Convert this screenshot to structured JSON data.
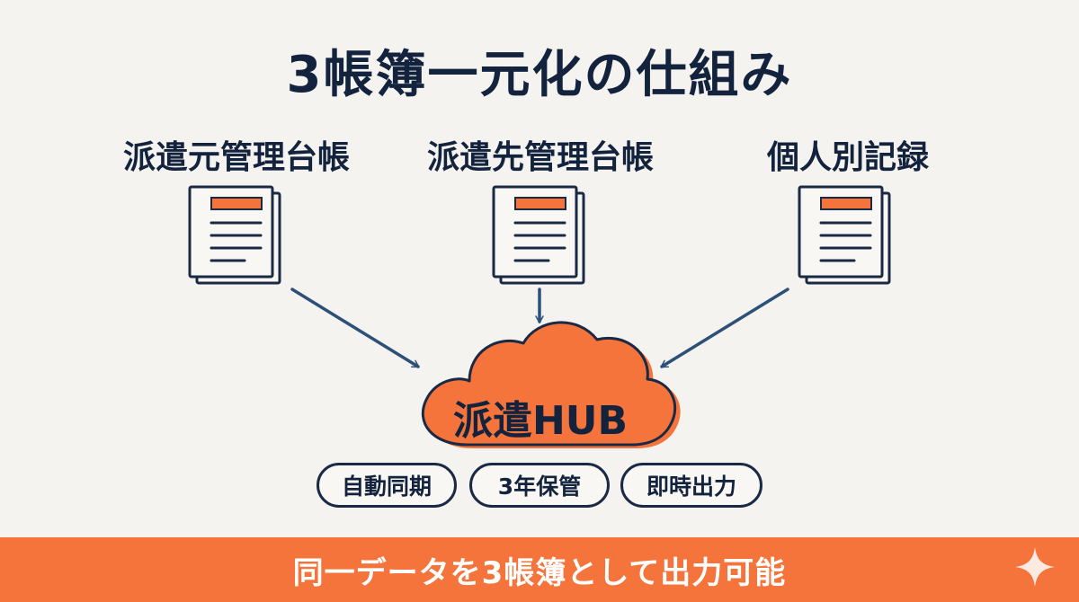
{
  "title": "3帳簿一元化の仕組み",
  "sources": [
    {
      "label": "派遣元管理台帳",
      "icon": "document-icon"
    },
    {
      "label": "派遣先管理台帳",
      "icon": "document-icon"
    },
    {
      "label": "個人別記録",
      "icon": "document-icon"
    }
  ],
  "hub": {
    "label": "派遣HUB",
    "icon": "cloud-icon"
  },
  "features": [
    "自動同期",
    "3年保管",
    "即時出力"
  ],
  "footer": {
    "text": "同一データを3帳簿として出力可能"
  },
  "colors": {
    "accent": "#f4743b",
    "ink": "#13233d",
    "arrow": "#2d5078",
    "background": "#f4f3ef"
  }
}
